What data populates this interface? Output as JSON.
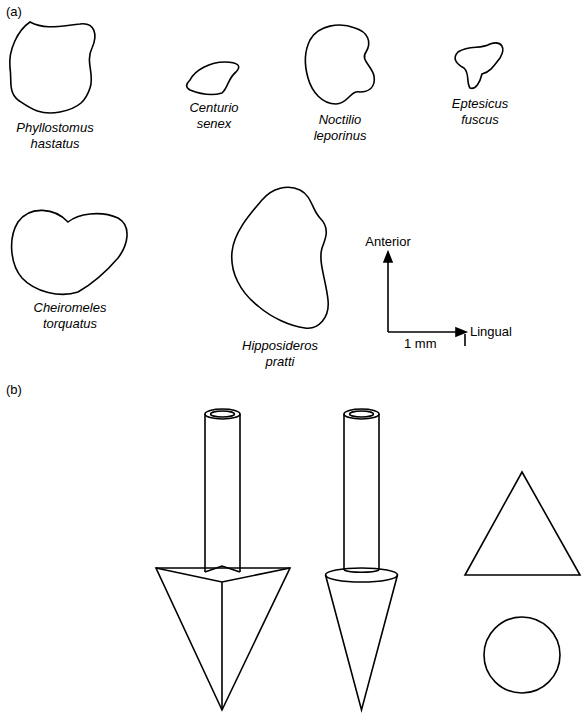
{
  "diagram": {
    "labels": [
      "(a)",
      "Phyllostomus hastatus",
      "Centurio senex",
      "Noctilio leporinus",
      "Eptesicus fuscus",
      "Cheiromeles torquatus",
      "Hipposideros pratti",
      "Anterior",
      "Lingual",
      "1 mm",
      "(b)"
    ]
  }
}
